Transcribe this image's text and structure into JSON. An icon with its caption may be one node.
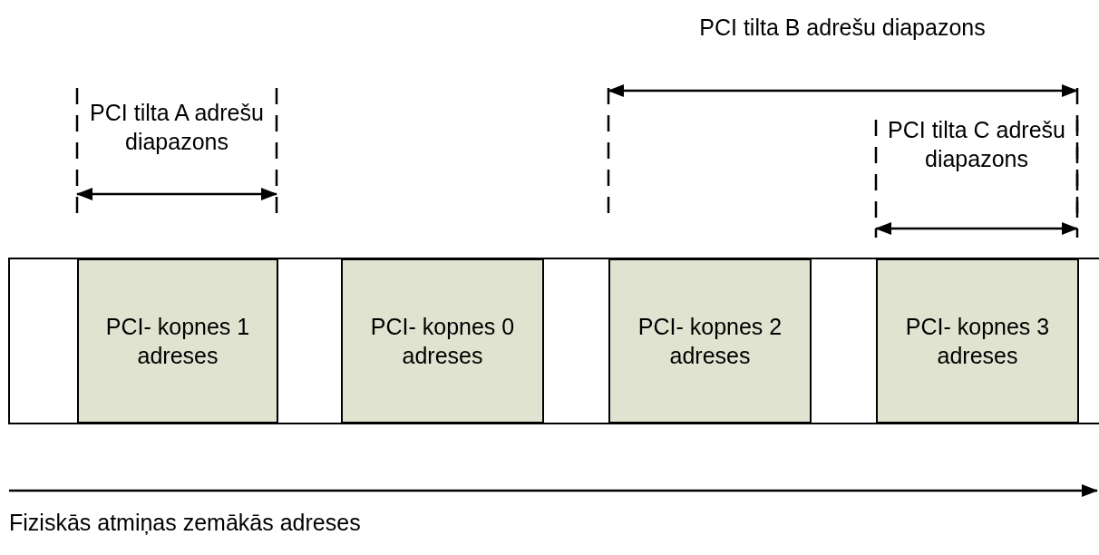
{
  "diagram": {
    "nodes": [
      {
        "text": [
          "PCI- kopnes 1 adreses"
        ]
      },
      {
        "text": [
          "PCI- kopnes 0 adreses"
        ]
      },
      {
        "text": [
          "PCI- kopnes 2 adreses"
        ]
      },
      {
        "text": [
          "PCI- kopnes 3 adreses"
        ]
      }
    ],
    "labels": [
      "PCI tilta A adrešu diapazons",
      "PCI tilta B adrešu diapazons",
      "PCI tilta C adrešu diapazons",
      "Fiziskās atmiņas zemākās adreses"
    ]
  }
}
